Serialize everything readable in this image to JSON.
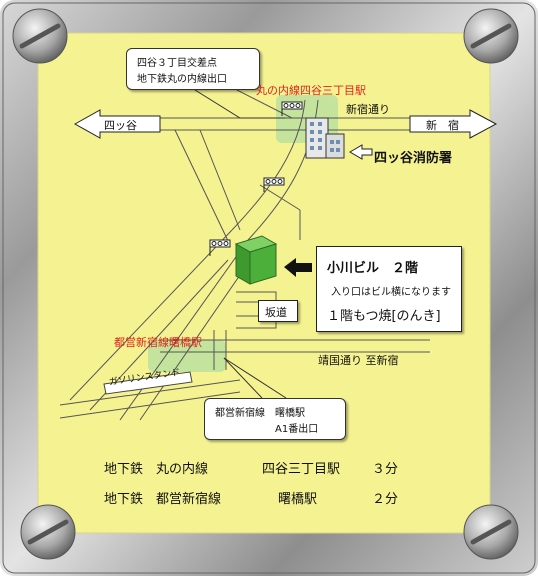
{
  "callouts": {
    "yotsuya_crossing_line1": "四谷３丁目交差点",
    "yotsuya_crossing_line2": "地下鉄丸の内線出口",
    "building_name": "小川ビル　２階",
    "building_note": "入り口はビル横になります",
    "restaurant": "１階もつ焼[のんき]",
    "akebonobashi_line1": "都営新宿線　曙橋駅",
    "akebonobashi_line2": "A1番出口",
    "slope": "坂道"
  },
  "labels": {
    "marunouchi_station": "丸の内線四谷三丁目駅",
    "shinjuku_dori": "新宿通り",
    "yotsuya_arrow": "四ッ谷",
    "shinjuku_arrow": "新　宿",
    "fire_station": "四ッ谷消防署",
    "akebonobashi_station": "都営新宿線曙橋駅",
    "yasukuni_dori": "靖国通り 至新宿",
    "gas_station": "ガソリンスタンド"
  },
  "access": [
    {
      "line": "地下鉄　丸の内線",
      "station": "四谷三丁目駅",
      "time": "３分"
    },
    {
      "line": "地下鉄　都営新宿線",
      "station": "曙橋駅",
      "time": "２分"
    }
  ],
  "colors": {
    "map_background": "#f5f291",
    "station_highlight": "#b8e0a0",
    "building_green": "#4caf3a",
    "label_red": "#e0241b",
    "frame_gray": "#a0a0a0"
  }
}
